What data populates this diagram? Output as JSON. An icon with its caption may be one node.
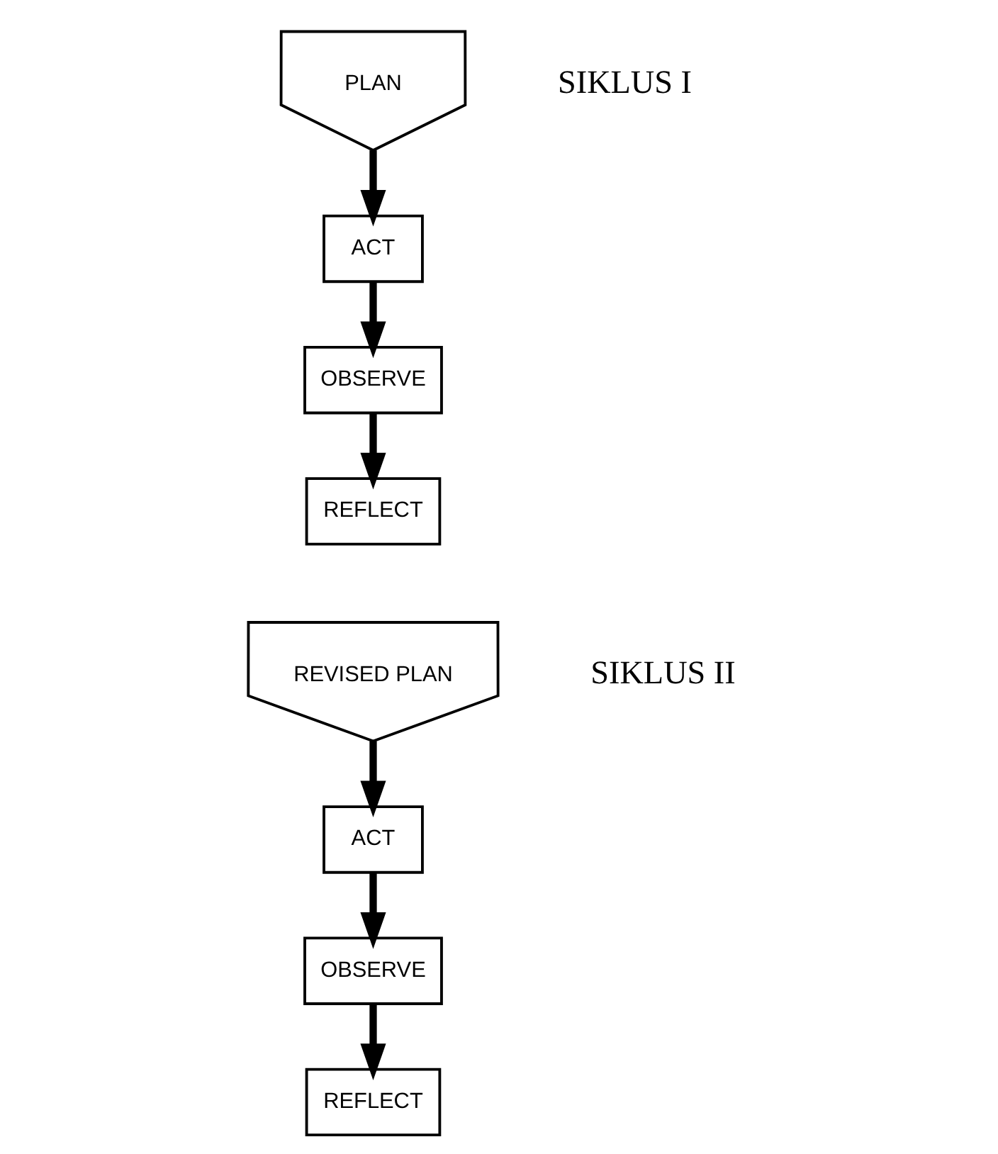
{
  "diagram": {
    "nodes": [
      {
        "text": [
          "PLAN"
        ]
      },
      {
        "text": [
          "ACT"
        ]
      },
      {
        "text": [
          "OBSERVE"
        ]
      },
      {
        "text": [
          "REFLECT"
        ]
      },
      {
        "text": [
          "REVISED PLAN"
        ]
      },
      {
        "text": [
          "ACT"
        ]
      },
      {
        "text": [
          "OBSERVE"
        ]
      },
      {
        "text": [
          "REFLECT"
        ]
      }
    ],
    "edges": [
      {
        "from": 0,
        "to": 1,
        "arrow": "to"
      },
      {
        "from": 1,
        "to": 2,
        "arrow": "to"
      },
      {
        "from": 2,
        "to": 3,
        "arrow": "to"
      },
      {
        "from": 4,
        "to": 5,
        "arrow": "to"
      },
      {
        "from": 5,
        "to": 6,
        "arrow": "to"
      },
      {
        "from": 6,
        "to": 7,
        "arrow": "to"
      }
    ],
    "labels": [
      "SIKLUS I",
      "SIKLUS II"
    ]
  }
}
